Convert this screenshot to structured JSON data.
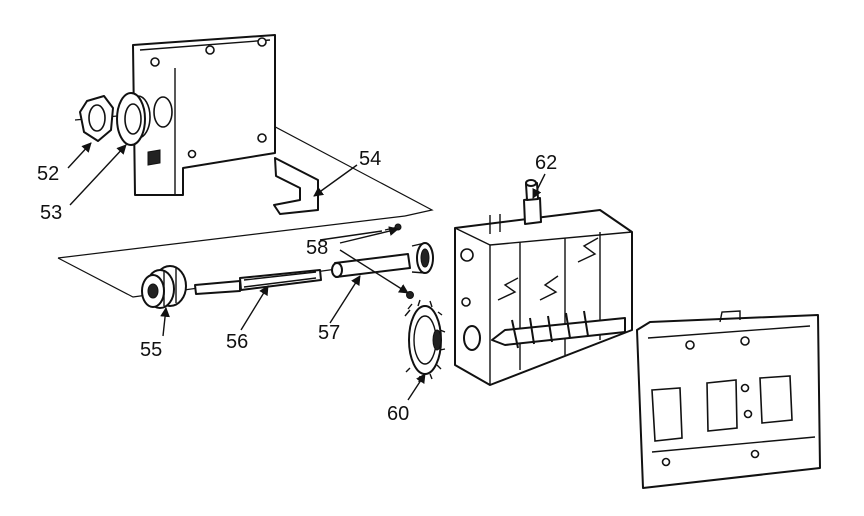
{
  "callouts": [
    {
      "id": "c52",
      "label": "52"
    },
    {
      "id": "c53",
      "label": "53"
    },
    {
      "id": "c54",
      "label": "54"
    },
    {
      "id": "c55",
      "label": "55"
    },
    {
      "id": "c56",
      "label": "56"
    },
    {
      "id": "c57",
      "label": "57"
    },
    {
      "id": "c58",
      "label": "58"
    },
    {
      "id": "c60",
      "label": "60"
    },
    {
      "id": "c62",
      "label": "62"
    }
  ],
  "colors": {
    "line": "#111111",
    "background": "#ffffff"
  }
}
